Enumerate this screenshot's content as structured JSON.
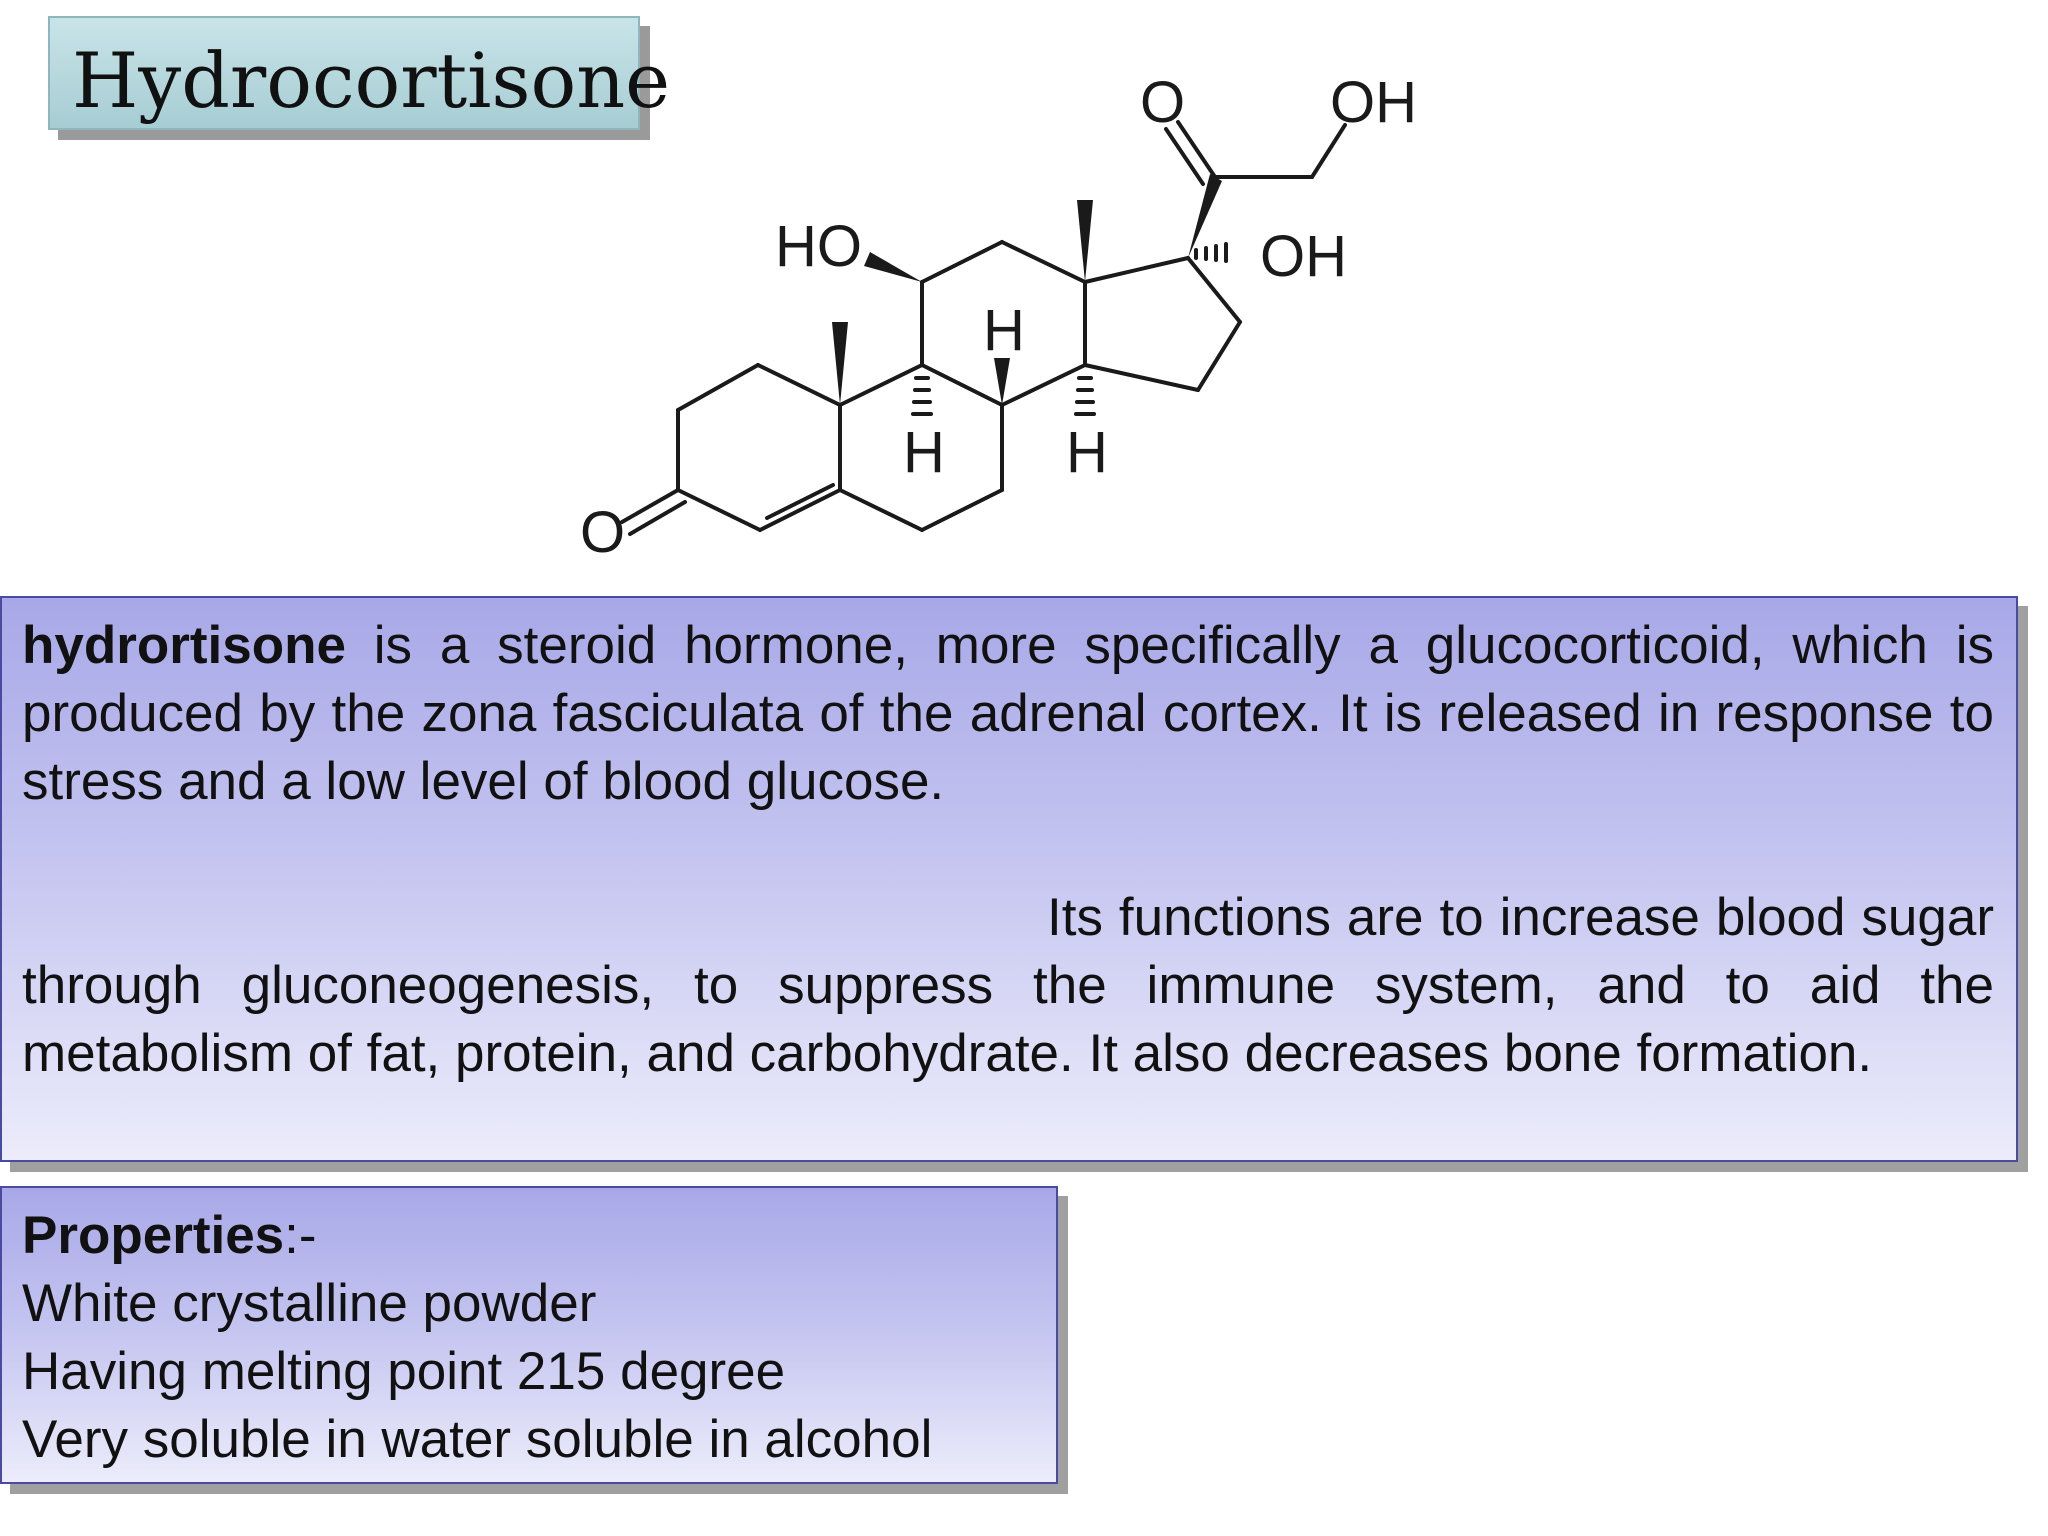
{
  "title": "Hydrocortisone",
  "structure": {
    "labels": {
      "ketone_o": "O",
      "top_o": "O",
      "top_oh": "OH",
      "ho": "HO",
      "oh": "OH",
      "h_c8": "H",
      "h_c9": "H",
      "h_c14": "H"
    }
  },
  "description": {
    "bold_term": "hydrortisone",
    "para1_rest": " is a steroid hormone, more specifically a glucocorticoid, which is produced by the zona fasciculata of the adrenal cortex. It is released in response to stress and a low level of blood glucose.",
    "para2": "Its functions are to increase blood sugar through gluconeogenesis, to suppress the immune system, and to aid the metabolism of fat, protein, and carbohydrate. It also decreases bone formation."
  },
  "properties": {
    "heading": "Properties",
    "heading_suffix": ":-",
    "items": [
      "White crystalline powder",
      "Having melting point 215 degree",
      "Very soluble in water soluble in alcohol"
    ]
  }
}
